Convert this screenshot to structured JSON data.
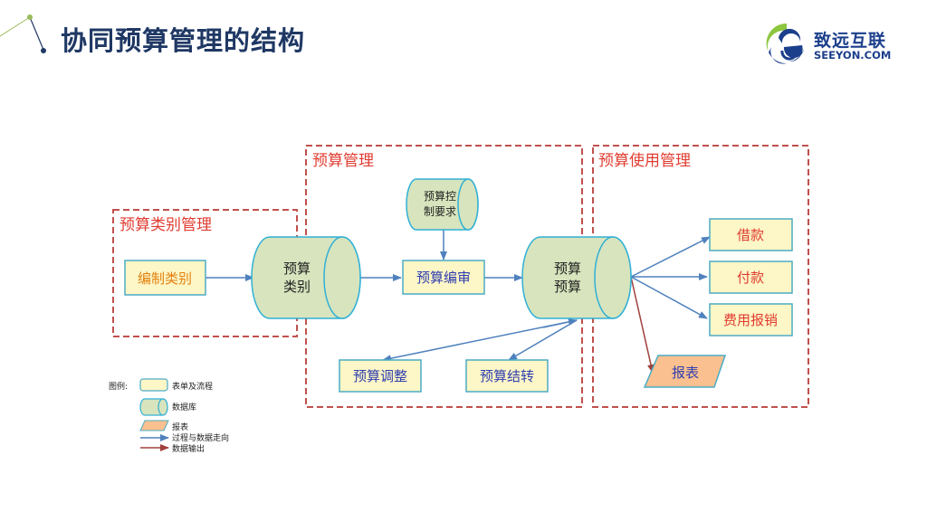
{
  "title": "协同预算管理的结构",
  "logo": {
    "name_cn": "致远互联",
    "name_en": "SEEYON.COM"
  },
  "colors": {
    "frame": "#c0504d",
    "form_fill": "#fdf6c6",
    "form_border": "#4bacc6",
    "db_fill": "#d7e4bd",
    "db_border": "#31b0d5",
    "report_fill": "#fac08f",
    "flow_arrow": "#4f81bd",
    "output_arrow": "#a0403c",
    "title": "#1f3864"
  },
  "groups": {
    "category_mgmt": "预算类别管理",
    "budget_mgmt": "预算管理",
    "usage_mgmt": "预算使用管理"
  },
  "nodes": {
    "edit_category": "编制类别",
    "budget_category_l1": "预算",
    "budget_category_l2": "类别",
    "control_req_l1": "预算控",
    "control_req_l2": "制要求",
    "budget_edit": "预算编审",
    "budget_db_l1": "预算",
    "budget_db_l2": "预算",
    "adjust": "预算调整",
    "carryover": "预算结转",
    "loan": "借款",
    "payment": "付款",
    "expense": "费用报销",
    "report": "报表"
  },
  "legend": {
    "title": "图例:",
    "form": "表单及流程",
    "database": "数据库",
    "report": "报表",
    "flow": "过程与数据走向",
    "output": "数据输出"
  }
}
